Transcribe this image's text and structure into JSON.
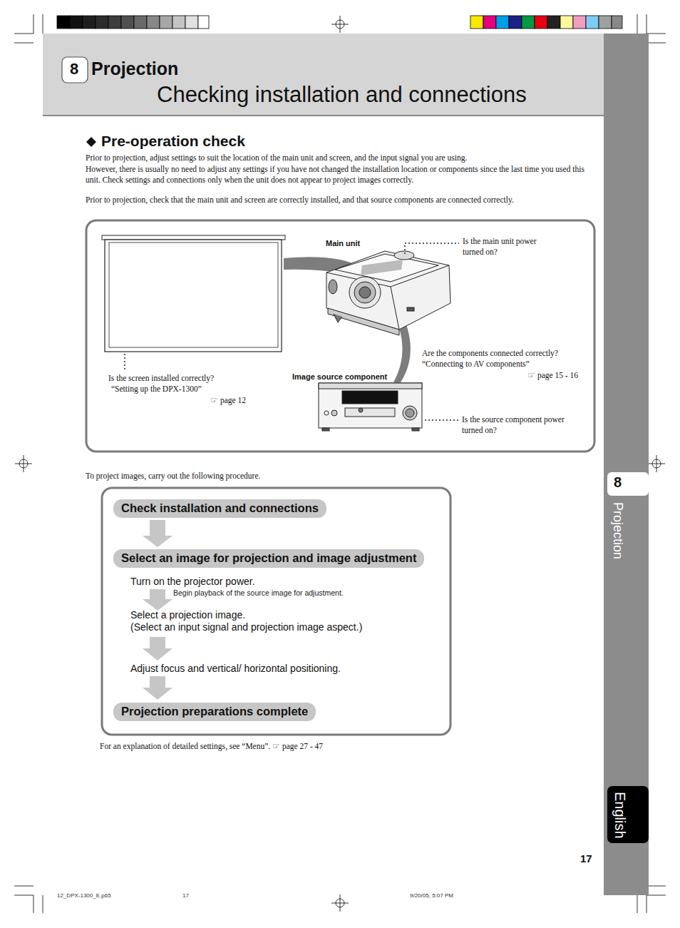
{
  "diagram": {
    "title": "Checking installation and connections",
    "nodes": [
      {
        "text": [
          "Check installation and connections"
        ]
      },
      {
        "text": [
          "Select an image for projection and image adjustment"
        ]
      },
      {
        "text": [
          "Projection preparations complete"
        ]
      }
    ],
    "edges": [
      {
        "from": 0,
        "to": 1,
        "arrow": "to"
      }
    ],
    "labels": [
      "8",
      "Projection",
      "Pre-operation check",
      "Prior to projection, adjust settings to suit the location of the main unit and screen, and the input signal you are using.",
      "However, there is usually no need to adjust any settings if you have not changed the installation location or components since the last time you used this unit. Check settings and connections only when the unit does not appear to project images correctly.",
      "Prior to projection, check that the main unit and screen are correctly installed, and that source components are connected correctly.",
      "Main unit",
      "Is the main unit power turned on?",
      "Are the components connected correctly?",
      "“Connecting to AV components”",
      "☞ page 15 - 16",
      "Is the screen installed correctly?",
      "“Setting up the DPX-1300”",
      "☞ page 12",
      "Image source component",
      "Is the source component power turned on?",
      "To project images, carry out the following procedure.",
      "Turn on the projector power.",
      "Begin playback of the source image for adjustment.",
      "Select a projection image.",
      "(Select an input signal and projection image aspect.)",
      "Adjust focus and vertical/ horizontal positioning.",
      "For an explanation of detailed settings, see “Menu”. ☞ page 27 - 47",
      "8",
      "Projection",
      "English",
      "17",
      "12_DPX-1300_E.p65",
      "17",
      "9/20/05, 5:07 PM"
    ]
  }
}
